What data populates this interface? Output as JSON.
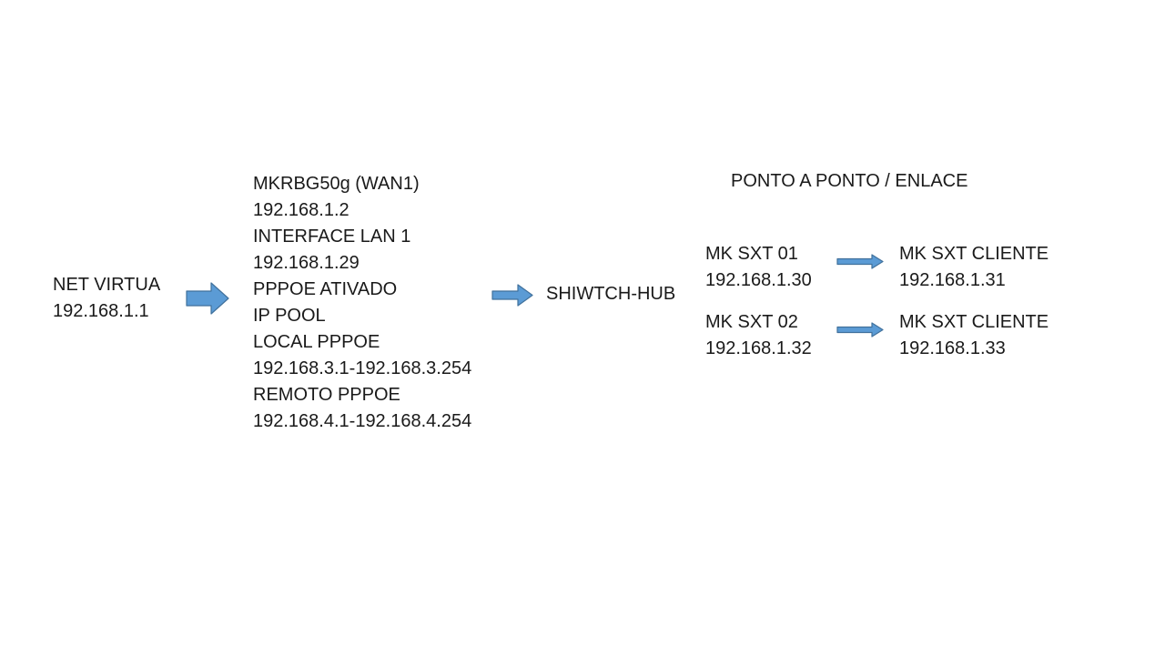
{
  "source": {
    "name": "NET VIRTUA",
    "ip": "192.168.1.1"
  },
  "router": {
    "lines": [
      "MKRBG50g (WAN1)",
      "192.168.1.2",
      "INTERFACE LAN 1",
      "192.168.1.29",
      "PPPOE ATIVADO",
      "IP POOL",
      "LOCAL PPPOE",
      "192.168.3.1-192.168.3.254",
      "REMOTO PPPOE",
      "192.168.4.1-192.168.4.254"
    ]
  },
  "switch": {
    "label": "SHIWTCH-HUB"
  },
  "ptp": {
    "title": "PONTO A PONTO / ENLACE",
    "links": [
      {
        "from_name": "MK SXT 01",
        "from_ip": "192.168.1.30",
        "to_name": "MK SXT CLIENTE",
        "to_ip": "192.168.1.31"
      },
      {
        "from_name": "MK SXT 02",
        "from_ip": "192.168.1.32",
        "to_name": "MK SXT CLIENTE",
        "to_ip": "192.168.1.33"
      }
    ]
  },
  "colors": {
    "arrow_fill": "#5b9bd5",
    "arrow_border": "#41719c",
    "text": "#1a1a1a",
    "background": "#ffffff"
  }
}
